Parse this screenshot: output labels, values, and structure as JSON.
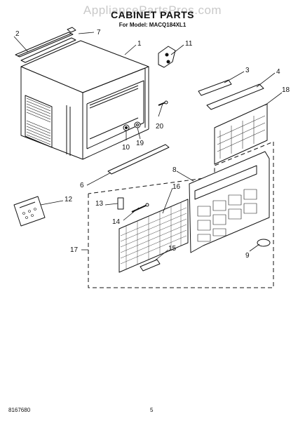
{
  "watermark": "AppliancePartsPros.com",
  "title": "CABINET PARTS",
  "subtitle": "For Model: MACQ184XL1",
  "footer": {
    "doc_number": "8167680",
    "page": "5"
  },
  "callouts": {
    "c1": "1",
    "c2": "2",
    "c3": "3",
    "c4": "4",
    "c6": "6",
    "c7": "7",
    "c8": "8",
    "c9": "9",
    "c10": "10",
    "c11": "11",
    "c12": "12",
    "c13": "13",
    "c14": "14",
    "c15": "15",
    "c16": "16",
    "c17": "17",
    "c18": "18",
    "c19": "19",
    "c20": "20"
  }
}
